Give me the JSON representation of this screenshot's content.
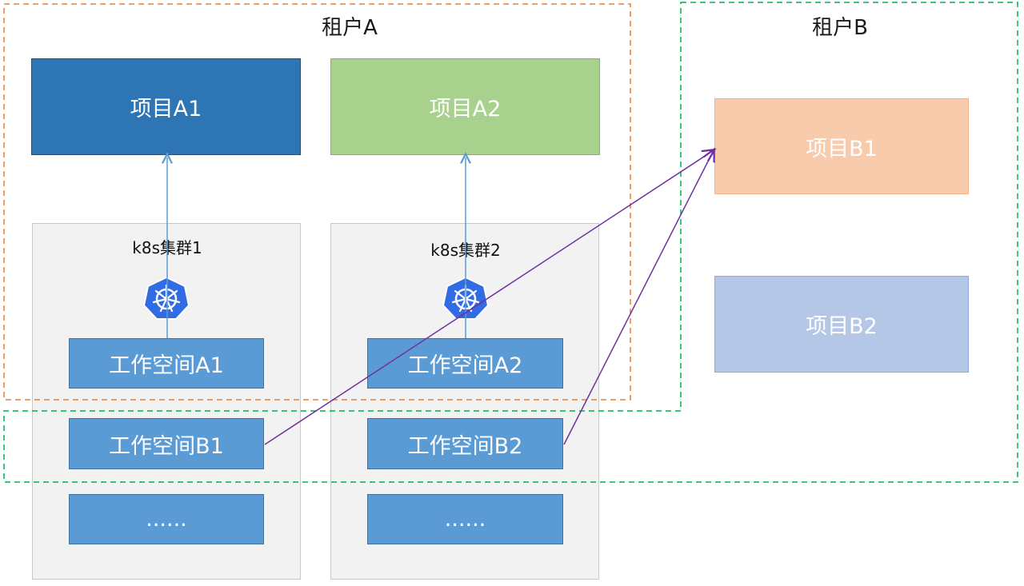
{
  "tenants": {
    "a": {
      "label": "租户A",
      "border_color": "#ed7d31"
    },
    "b": {
      "label": "租户B",
      "border_color": "#00b050"
    }
  },
  "clusters": [
    {
      "label": "k8s集群1"
    },
    {
      "label": "k8s集群2"
    }
  ],
  "projects": {
    "a1": "项目A1",
    "a2": "项目A2",
    "b1": "项目B1",
    "b2": "项目B2"
  },
  "workspaces": {
    "a1": "工作空间A1",
    "a2": "工作空间A2",
    "b1": "工作空间B1",
    "b2": "工作空间B2",
    "more1": "......",
    "more2": "......"
  },
  "colors": {
    "project_a1": "#2e75b6",
    "project_a2": "#a9d18e",
    "project_b1": "#f8cbad",
    "project_b2": "#b4c7e7",
    "workspace": "#5b9bd5",
    "cluster_bg": "#f2f2f2",
    "arrow_blue": "#5b9bd5",
    "arrow_purple": "#7030a0",
    "kubernetes_blue": "#326ce5"
  },
  "icons": {
    "cluster_icon": "kubernetes-icon"
  }
}
